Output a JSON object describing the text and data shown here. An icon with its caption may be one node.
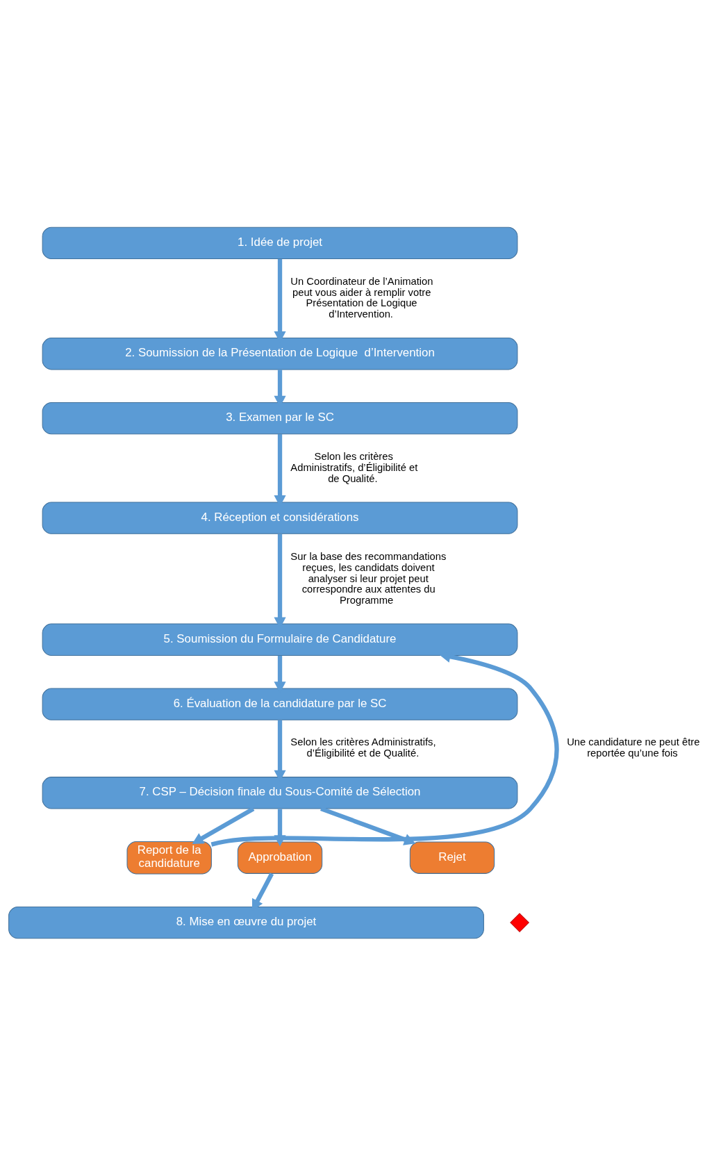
{
  "diagram": {
    "nodes": [
      {
        "text": [
          "1. Idée de projet"
        ]
      },
      {
        "text": [
          "2. Soumission de la Présentation de Logique  d’Intervention"
        ]
      },
      {
        "text": [
          "3. Examen par le SC"
        ]
      },
      {
        "text": [
          "4. Réception et considérations"
        ]
      },
      {
        "text": [
          "5. Soumission du Formulaire de Candidature"
        ]
      },
      {
        "text": [
          "6. Évaluation de la candidature par le SC"
        ]
      },
      {
        "text": [
          "7. CSP – Décision finale du Sous-Comité de Sélection"
        ]
      },
      {
        "text": [
          "Report de la candidature"
        ]
      },
      {
        "text": [
          "Approbation"
        ]
      },
      {
        "text": [
          "Rejet"
        ]
      },
      {
        "text": [],
        "shape": "cross"
      },
      {
        "text": [
          "8. Mise en œuvre du projet"
        ]
      }
    ],
    "edges": [
      {
        "from": 0,
        "to": 1,
        "arrow": "to",
        "label": "Un Coordinateur de l’Animation peut vous aider à remplir votre Présentation de Logique d’Intervention."
      },
      {
        "from": 1,
        "to": 2,
        "arrow": "to"
      },
      {
        "from": 2,
        "to": 3,
        "arrow": "to",
        "label": "Selon les critères  Administratifs, d’Éligibilité et de Qualité."
      },
      {
        "from": 3,
        "to": 4,
        "arrow": "to",
        "label": "Sur la base des recommandations reçues, les candidats doivent analyser si leur projet peut correspondre aux attentes du Programme"
      },
      {
        "from": 4,
        "to": 5,
        "arrow": "to"
      },
      {
        "from": 5,
        "to": 6,
        "arrow": "to",
        "label": "Selon les critères Administratifs, d’Éligibilité et de Qualité."
      },
      {
        "from": 6,
        "to": 7,
        "arrow": "to"
      },
      {
        "from": 6,
        "to": 8,
        "arrow": "to"
      },
      {
        "from": 6,
        "to": 9,
        "arrow": "to"
      },
      {
        "from": 7,
        "to": 4,
        "arrow": "to",
        "label": "Une candidature ne peut être reportée qu’une fois"
      },
      {
        "from": 8,
        "to": 11,
        "arrow": "to"
      }
    ]
  }
}
